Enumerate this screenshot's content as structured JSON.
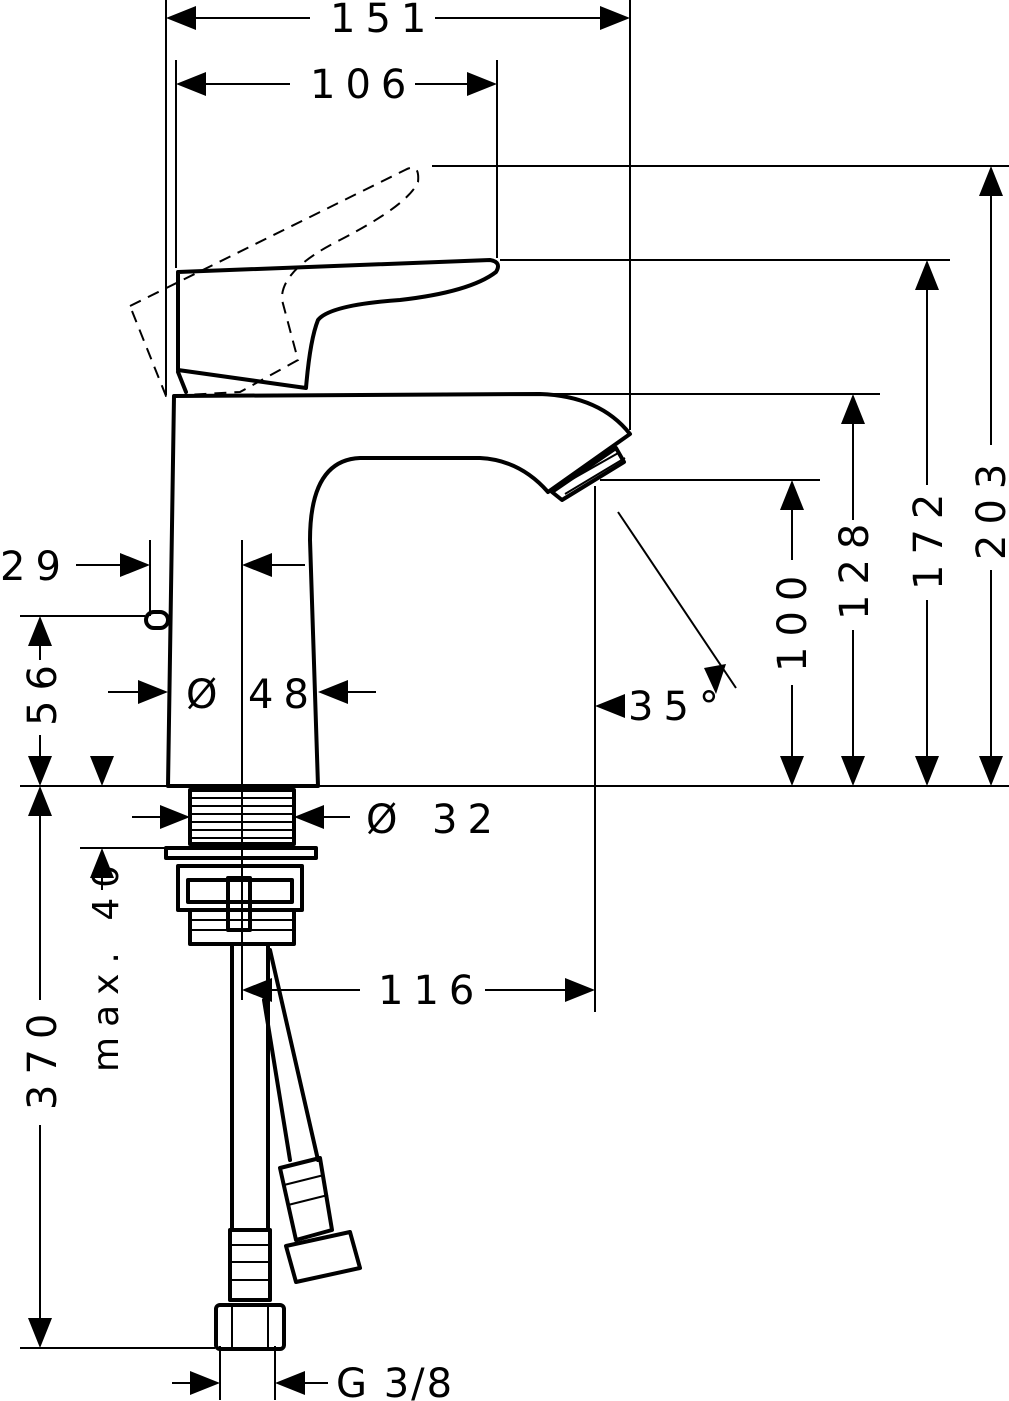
{
  "dimensions": {
    "overall_width": "151",
    "lever_reach": "106",
    "height_lever_open": "203",
    "height_lever_closed": "172",
    "spout_height": "128",
    "outlet_height": "100",
    "pop_up_offset": "29",
    "pop_up_height": "56",
    "body_diameter": "48",
    "shank_diameter": "32",
    "max_deck_thickness": "max. 40",
    "hose_length": "370",
    "spout_projection": "116",
    "spray_angle": "35°",
    "connection_thread": "G 3/8"
  },
  "symbols": {
    "diameter": "Ø"
  }
}
